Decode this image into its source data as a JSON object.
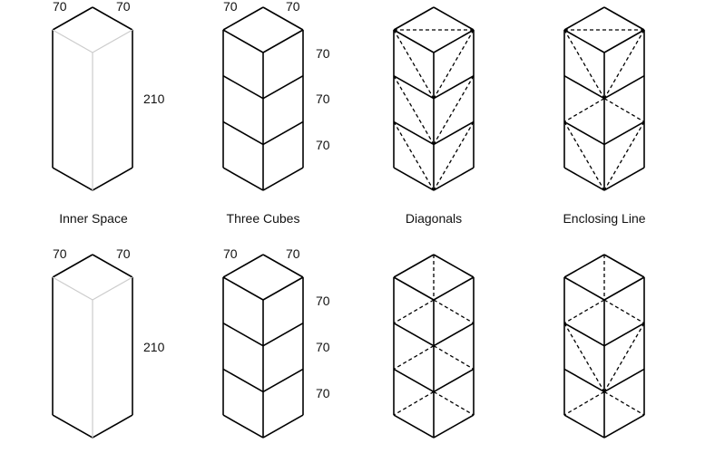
{
  "captions": [
    "Inner Space",
    "Three Cubes",
    "Diagonals",
    "Enclosing Line"
  ],
  "top_row": {
    "inner_space": {
      "width_a": "70",
      "width_b": "70",
      "height": "210"
    },
    "three_cubes": {
      "width_a": "70",
      "width_b": "70",
      "cube_heights": [
        "70",
        "70",
        "70"
      ]
    }
  },
  "bottom_row": {
    "inner_space": {
      "width_a": "70",
      "width_b": "70",
      "height": "210"
    },
    "three_cubes": {
      "width_a": "70",
      "width_b": "70",
      "cube_heights": [
        "70",
        "70",
        "70"
      ]
    }
  }
}
